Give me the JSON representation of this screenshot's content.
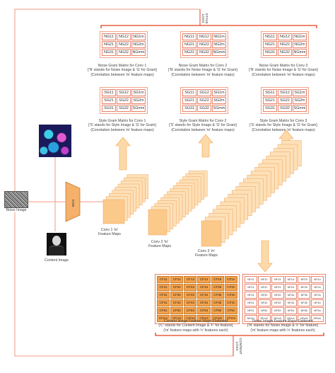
{
  "style_loss": {
    "line1": "STYLE",
    "line2": "LOSS"
  },
  "content_loss": {
    "line1": "CONTENT",
    "line2": "LOSS"
  },
  "noise_image": {
    "label": "Noise Image"
  },
  "content_image": {
    "label": "Content Image"
  },
  "cnn": {
    "label": "CNN"
  },
  "conv1": {
    "line1": "Conv 1 'm'",
    "line2": "Feature Maps"
  },
  "conv2": {
    "line1": "Conv 2 'm'",
    "line2": "Feature Maps"
  },
  "conv3": {
    "line1": "Conv 3 'm'",
    "line2": "Feature Maps"
  },
  "noise_gram": {
    "cells": [
      "NG11",
      "NG12",
      "NG1m",
      "NG21",
      "NG22",
      "NG2m",
      "NG31",
      "NG32",
      "NGmm"
    ],
    "captions": [
      {
        "line1": "Noise Gram Matrix for Conv 1",
        "line2": "['N' stands for Noise Image & 'G' for Gram]",
        "line3": "(Correlation between 'm' feature maps)"
      },
      {
        "line1": "Noise Gram Matrix for Conv 2",
        "line2": "['N' stands for Noise Image & 'G' for Gram]",
        "line3": "(Correlation between 'm' feature maps)"
      },
      {
        "line1": "Noise Gram Matrix for Conv 3",
        "line2": "['N' stands for Noise Image & 'G' for Gram]",
        "line3": "(Correlation between 'm' feature maps)"
      }
    ]
  },
  "style_gram": {
    "cells": [
      "SG11",
      "SG12",
      "SG1m",
      "SG21",
      "SG22",
      "SG2m",
      "SG31",
      "SG32",
      "SGmm"
    ],
    "captions": [
      {
        "line1": "Style Gram Matrix for Conv 1",
        "line2": "['S' stands for Style Image & 'G' for Gram]",
        "line3": "(Correlation between 'm' feature maps)"
      },
      {
        "line1": "Style Gram Matrix for Conv 2",
        "line2": "['S' stands for Style Image & 'G' for Gram]",
        "line3": "(Correlation between 'm' feature maps)"
      },
      {
        "line1": "Style Gram Matrix for Conv 3",
        "line2": "['S' stands for Style Image & 'G' for Gram]",
        "line3": "(Correlation between 'm' feature maps)"
      }
    ]
  },
  "content_flat": {
    "cells": [
      "CF11",
      "CF12",
      "CF13",
      "CF14",
      "CF15",
      "CF1n",
      "CF21",
      "CF22",
      "CF23",
      "CF24",
      "CF25",
      "CF2n",
      "CF31",
      "CF32",
      "CF33",
      "CF34",
      "CF35",
      "CF3n",
      "CF41",
      "CF42",
      "CF43",
      "CF44",
      "CF45",
      "CF4n",
      "CF51",
      "CF52",
      "CF53",
      "CF54",
      "CF55",
      "CF5n",
      "CFm1",
      "CFm2",
      "CFm3",
      "CFm4",
      "CFm5",
      "CFmn"
    ],
    "line1": "Content Image Feature Maps Flattened",
    "line2": "['C' stands for Content Image & 'F' for feature]",
    "line3": "('m' feature maps with 'n' features each)"
  },
  "noise_flat": {
    "cells": [
      "NF11",
      "NF12",
      "NF13",
      "NF14",
      "NF15",
      "NF1n",
      "NF21",
      "NF22",
      "NF23",
      "NF24",
      "NF25",
      "NF2n",
      "NF31",
      "NF32",
      "NF33",
      "NF34",
      "NF35",
      "NF3n",
      "NF41",
      "NF42",
      "NF43",
      "NF44",
      "NF45",
      "NF4n",
      "NF51",
      "NF52",
      "NF53",
      "NF54",
      "NF55",
      "NF5n",
      "NFm1",
      "NFm2",
      "NFm3",
      "NFm4",
      "NFm5",
      "NFmn"
    ],
    "line1": "Noise Image Feature Maps Flattened",
    "line2": "['N' stands for Noise Image & 'F' for feature]",
    "line3": "('m' feature maps with 'n' features each)"
  },
  "colors": {
    "accent": "#e0401c",
    "orange": "#f5a24b",
    "pale_orange": "#fcd9a8",
    "line": "#f09a83"
  }
}
